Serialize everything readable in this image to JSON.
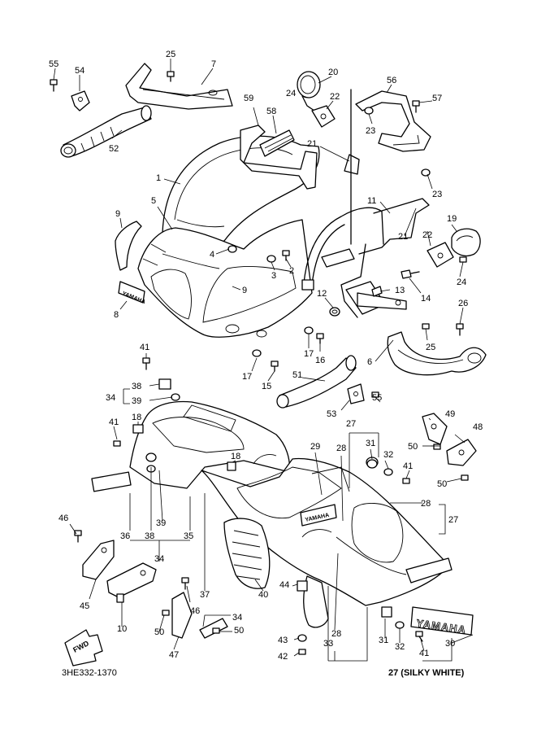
{
  "diagram_code": "3HE332-1370",
  "color_note": "27 (SILKY WHITE)",
  "direction_arrow": "FWD",
  "decal_large": "YAMAHA",
  "decal_small": "YAMAHA",
  "callouts": [
    {
      "label": "55"
    },
    {
      "label": "54"
    },
    {
      "label": "52"
    },
    {
      "label": "25"
    },
    {
      "label": "7"
    },
    {
      "label": "20"
    },
    {
      "label": "24"
    },
    {
      "label": "22"
    },
    {
      "label": "56"
    },
    {
      "label": "57"
    },
    {
      "label": "23"
    },
    {
      "label": "59"
    },
    {
      "label": "58"
    },
    {
      "label": "21"
    },
    {
      "label": "23"
    },
    {
      "label": "1"
    },
    {
      "label": "5"
    },
    {
      "label": "9"
    },
    {
      "label": "11"
    },
    {
      "label": "19"
    },
    {
      "label": "21"
    },
    {
      "label": "22"
    },
    {
      "label": "4"
    },
    {
      "label": "3"
    },
    {
      "label": "2"
    },
    {
      "label": "24"
    },
    {
      "label": "14"
    },
    {
      "label": "8"
    },
    {
      "label": "9"
    },
    {
      "label": "12"
    },
    {
      "label": "13"
    },
    {
      "label": "26"
    },
    {
      "label": "25"
    },
    {
      "label": "41"
    },
    {
      "label": "17"
    },
    {
      "label": "16"
    },
    {
      "label": "6"
    },
    {
      "label": "38"
    },
    {
      "label": "34"
    },
    {
      "label": "39"
    },
    {
      "label": "17"
    },
    {
      "label": "15"
    },
    {
      "label": "51"
    },
    {
      "label": "55"
    },
    {
      "label": "53"
    },
    {
      "label": "49"
    },
    {
      "label": "41"
    },
    {
      "label": "18"
    },
    {
      "label": "27"
    },
    {
      "label": "48"
    },
    {
      "label": "29"
    },
    {
      "label": "28"
    },
    {
      "label": "31"
    },
    {
      "label": "32"
    },
    {
      "label": "50"
    },
    {
      "label": "18"
    },
    {
      "label": "41"
    },
    {
      "label": "50"
    },
    {
      "label": "28"
    },
    {
      "label": "27"
    },
    {
      "label": "46"
    },
    {
      "label": "36"
    },
    {
      "label": "38"
    },
    {
      "label": "39"
    },
    {
      "label": "35"
    },
    {
      "label": "34"
    },
    {
      "label": "45"
    },
    {
      "label": "37"
    },
    {
      "label": "40"
    },
    {
      "label": "44"
    },
    {
      "label": "46"
    },
    {
      "label": "10"
    },
    {
      "label": "34"
    },
    {
      "label": "50"
    },
    {
      "label": "50"
    },
    {
      "label": "47"
    },
    {
      "label": "28"
    },
    {
      "label": "43"
    },
    {
      "label": "33"
    },
    {
      "label": "31"
    },
    {
      "label": "32"
    },
    {
      "label": "41"
    },
    {
      "label": "30"
    },
    {
      "label": "42"
    }
  ]
}
